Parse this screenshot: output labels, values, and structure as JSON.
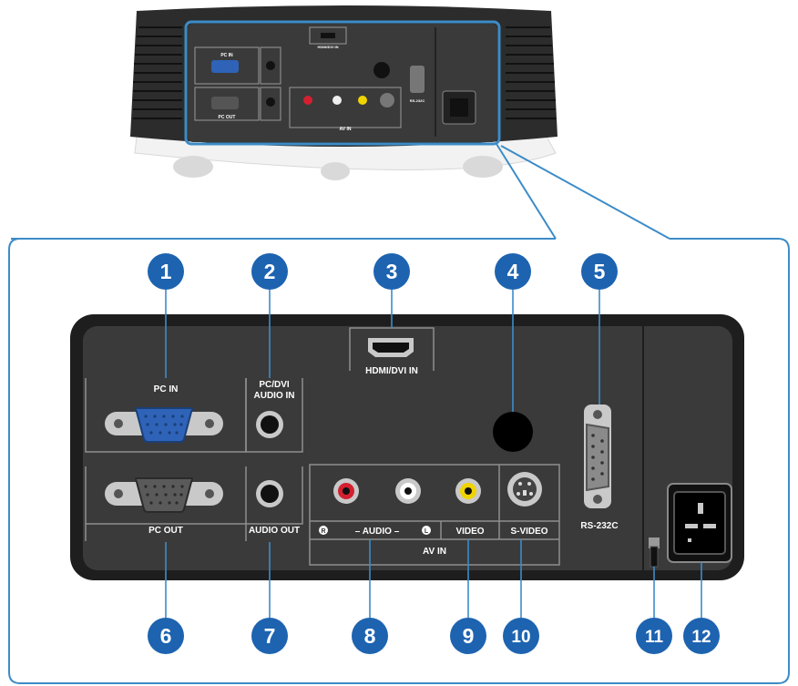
{
  "labels": {
    "pc_in": "PC IN",
    "pc_dvi_audio_in_1": "PC/DVI",
    "pc_dvi_audio_in_2": "AUDIO IN",
    "hdmi_dvi_in": "HDMI/DVI IN",
    "rs232c": "RS-232C",
    "pc_out": "PC OUT",
    "audio_out": "AUDIO OUT",
    "audio_r": "R",
    "audio_mid": "– AUDIO –",
    "audio_l": "L",
    "video": "VIDEO",
    "s_video": "S-VIDEO",
    "av_in": "AV IN"
  },
  "callouts": [
    "1",
    "2",
    "3",
    "4",
    "5",
    "6",
    "7",
    "8",
    "9",
    "10",
    "11",
    "12"
  ],
  "colors": {
    "callout": "#1d63b0",
    "frame": "#3c8cc8",
    "panel": "#3a3a3a",
    "panel_dark": "#1e1e1e",
    "vga_in": "#2e63b8",
    "audio_red": "#d32030",
    "audio_white": "#ffffff",
    "video_yellow": "#f0d400"
  }
}
